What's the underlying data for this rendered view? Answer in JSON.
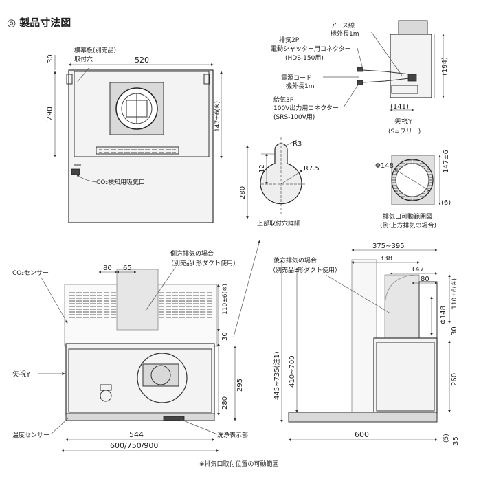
{
  "title": "◎ 製品寸法図",
  "labels": {
    "yokomaku": "横幕板(別売品)",
    "toritsuke": "取付穴",
    "co2_kenchi": "CO₂検知用吸気口",
    "joubu": "上部取付穴詳細",
    "co2_sensor": "CO₂センサー",
    "shiten_y": "矢視Y",
    "ondo": "温度センサー",
    "senjou": "洗浄表示部",
    "sokuhou1": "側方排気の場合",
    "sokuhou2": "（別売品L形ダクト使用）",
    "kouhou1": "後方排気の場合",
    "kouhou2": "（別売品L形ダクト使用）",
    "earth1": "アース線",
    "earth2": "機外長1m",
    "haiki1": "排気2P",
    "haiki2": "電動シャッター用コネクター",
    "haiki3": "(HDS-150用)",
    "dengen1": "電源コード",
    "dengen2": "機外長1m",
    "kyuki1": "給気3P",
    "kyuki2": "100V出力用コネクター",
    "kyuki3": "(SRS-100V用)",
    "shiten_y2": "矢視Y",
    "s_free": "(S=フリー)",
    "haiki_range1": "排気口可動範囲図",
    "haiki_range2": "(例:上方排気の場合)",
    "footnote": "※排気口取付位置の可動範囲"
  },
  "dims": {
    "d520": "520",
    "d30a": "30",
    "d290": "290",
    "d147_6": "147±6(※)",
    "d280a": "280",
    "d12": "12",
    "r3": "R3",
    "r7_5": "R7.5",
    "phi148": "Φ148",
    "d147_6b": "147±6",
    "d6": "(6)",
    "d194": "(194)",
    "d141": "(141)",
    "d80": "80",
    "d65": "65",
    "d110_6": "110±6(※)",
    "d30b": "30",
    "d280b": "280",
    "d295": "295",
    "d544": "544",
    "d600_750_900": "600/750/900",
    "d445_735": "445~735(注1)",
    "d410_700": "410~700",
    "d375_395": "375~395",
    "d338": "338",
    "d147": "147",
    "d80b": "80",
    "d110_6b": "110±6(※)",
    "phi148b": "Φ148",
    "d30c": "30",
    "d260": "260",
    "d600": "600",
    "d5": "(5)",
    "d35": "35"
  }
}
